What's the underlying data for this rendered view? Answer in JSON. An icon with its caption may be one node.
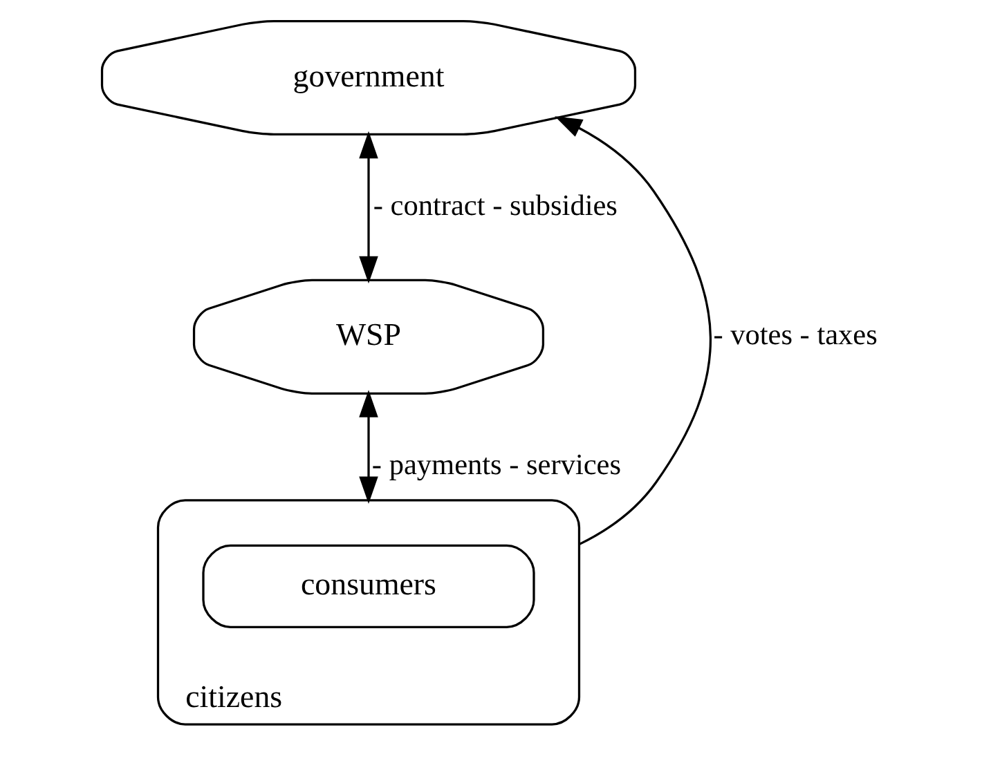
{
  "diagram": {
    "nodes": [
      {
        "text": [
          "government"
        ]
      },
      {
        "text": [
          "WSP"
        ]
      },
      {
        "text": [
          "citizens"
        ]
      },
      {
        "text": [
          "consumers"
        ],
        "in": 2
      }
    ],
    "edges": [
      {
        "from": 2,
        "to": 0,
        "arrow": "to",
        "label": "- votes - taxes"
      },
      {
        "from": 0,
        "to": 1,
        "arrow": "both",
        "label": "- contract - subsidies"
      },
      {
        "from": 1,
        "to": 2,
        "arrow": "both",
        "label": "- payments - services"
      }
    ]
  }
}
